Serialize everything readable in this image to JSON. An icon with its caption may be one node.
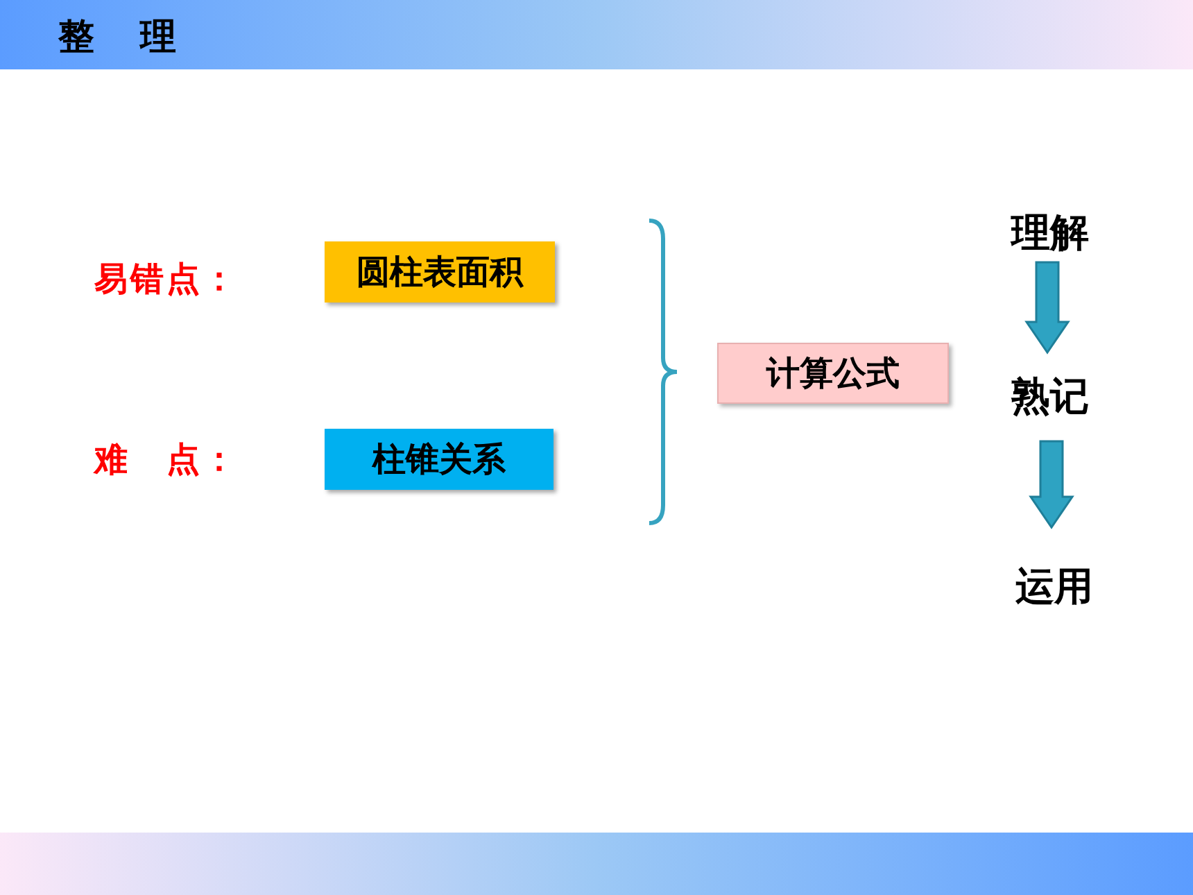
{
  "diagram": {
    "title": "整 理",
    "nodes": [
      {
        "text": [
          "圆柱表面积"
        ]
      },
      {
        "text": [
          "柱锥关系"
        ]
      },
      {
        "text": [
          "计算公式"
        ]
      },
      {
        "text": [
          "理解"
        ]
      },
      {
        "text": [
          "熟记"
        ]
      },
      {
        "text": [
          "运用"
        ]
      }
    ],
    "edges": [
      {
        "from": 3,
        "to": 4,
        "arrow": "to"
      },
      {
        "from": 4,
        "to": 5,
        "arrow": "to"
      }
    ],
    "labels": [
      "易错点：",
      "难 点："
    ]
  }
}
